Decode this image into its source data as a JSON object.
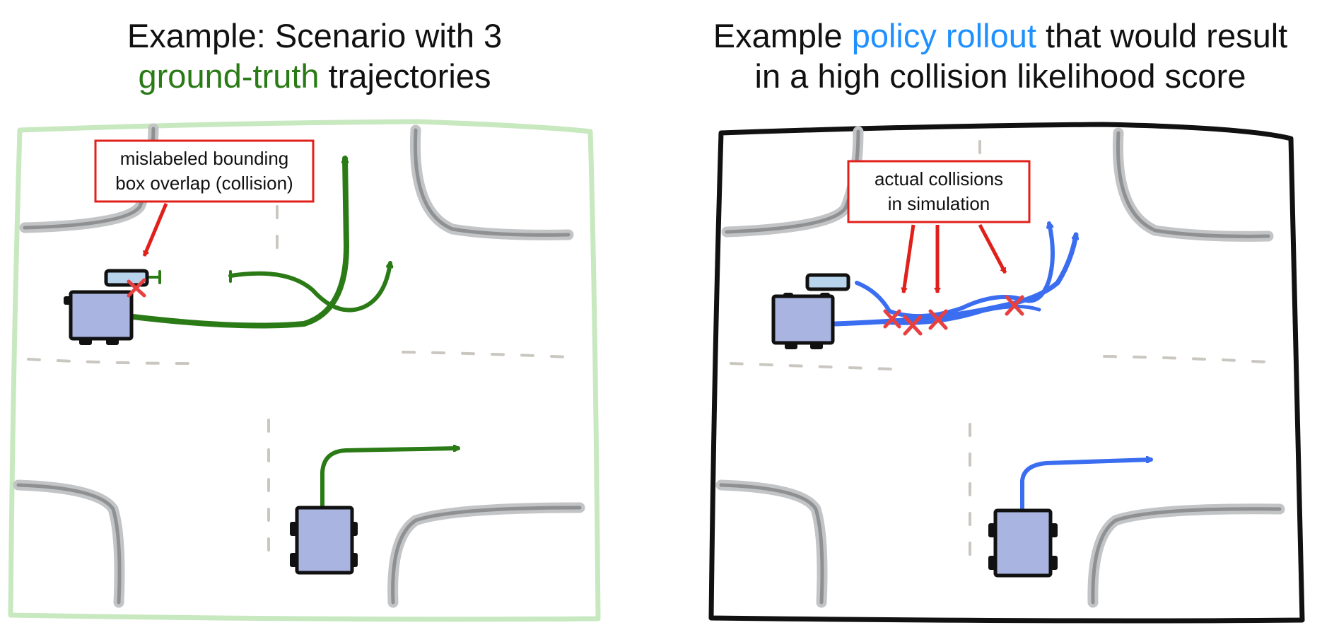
{
  "left_panel": {
    "title": {
      "line1": "Example: Scenario with 3",
      "highlight": "ground-truth",
      "line2_rest": " trajectories"
    },
    "callout": {
      "line1": "mislabeled bounding",
      "line2": "box overlap (collision)"
    }
  },
  "right_panel": {
    "title": {
      "prefix": "Example ",
      "highlight": "policy rollout",
      "suffix": " that would result",
      "line2": "in a high collision likelihood score"
    },
    "callout": {
      "line1": "actual collisions",
      "line2": "in simulation"
    }
  },
  "colors": {
    "ground_truth": "#2a7a16",
    "policy_rollout": "#1e90ff",
    "callout_border": "#e0201a",
    "vehicle_fill": "#a9b4e0",
    "road": "#9ea0a2",
    "left_frame": "#c8e8c0",
    "right_frame": "#111111"
  }
}
